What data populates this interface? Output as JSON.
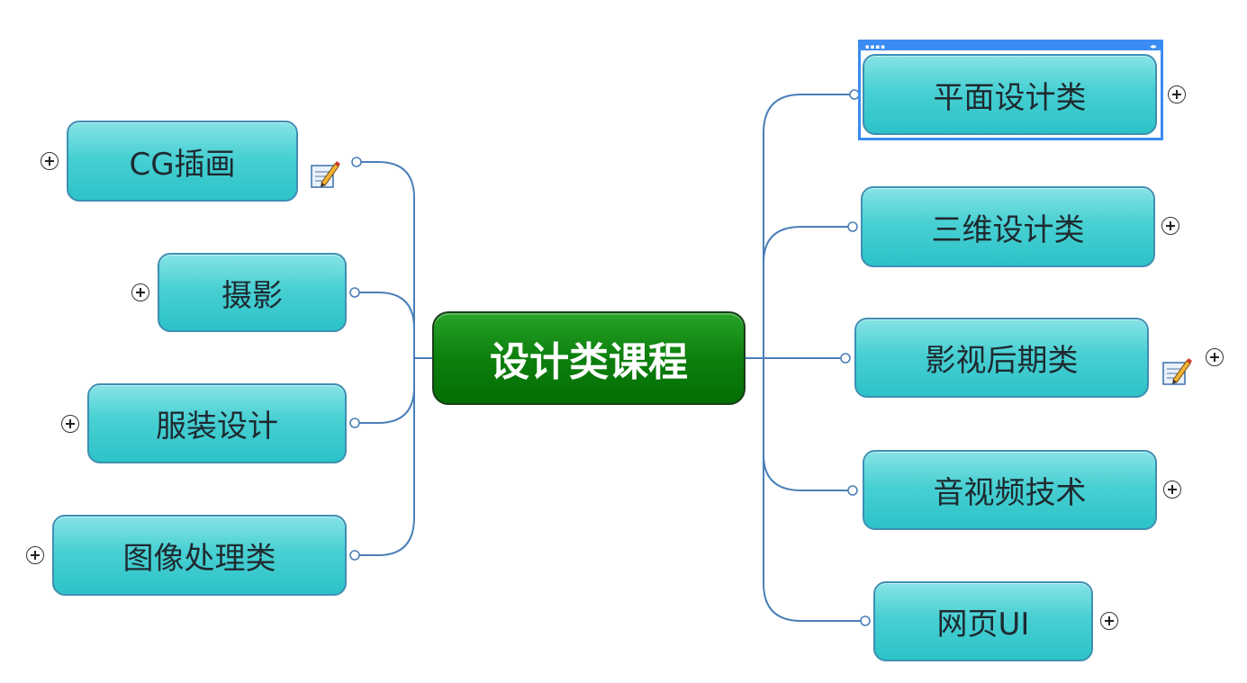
{
  "root": {
    "label": "设计类课程"
  },
  "left_nodes": [
    {
      "label": "CG插画",
      "has_note": true
    },
    {
      "label": "摄影",
      "has_note": false
    },
    {
      "label": "服装设计",
      "has_note": false
    },
    {
      "label": "图像处理类",
      "has_note": false
    }
  ],
  "right_nodes": [
    {
      "label": "平面设计类",
      "selected": true,
      "has_note": false
    },
    {
      "label": "三维设计类",
      "selected": false,
      "has_note": false
    },
    {
      "label": "影视后期类",
      "selected": false,
      "has_note": true
    },
    {
      "label": "音视频技术",
      "selected": false,
      "has_note": false
    },
    {
      "label": "网页UI",
      "selected": false,
      "has_note": false
    }
  ],
  "icons": {
    "expand": "plus-circle-icon",
    "note": "note-pencil-icon",
    "selection_grip": "grip-dots-icon",
    "selection_arrows": "left-right-arrows-icon"
  },
  "colors": {
    "root_fill": "#0d7f0d",
    "node_fill": "#48d0d3",
    "node_border": "#3f8fb3",
    "connector": "#4a7fb8",
    "selection": "#3b8cf2"
  }
}
